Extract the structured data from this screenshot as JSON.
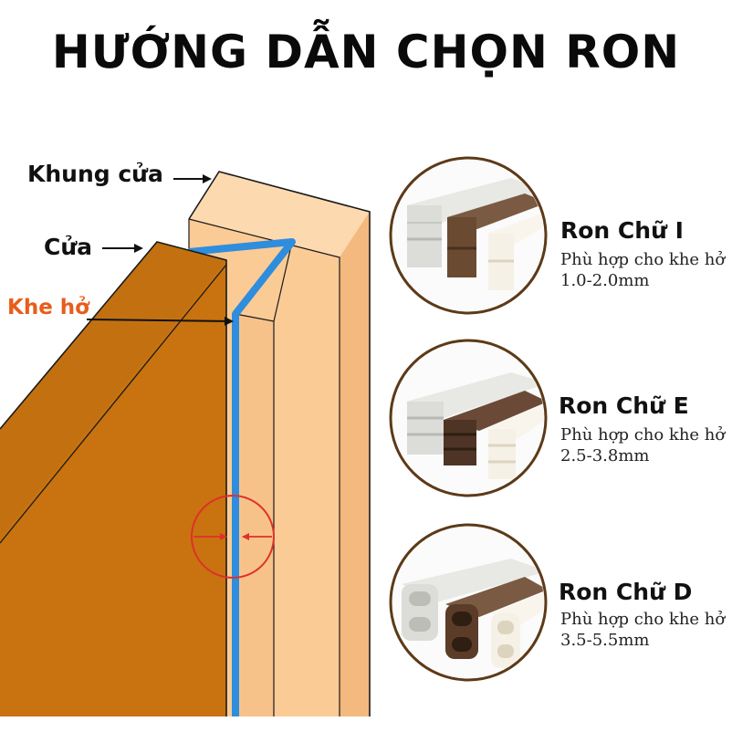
{
  "title": "HƯỚNG DẪN CHỌN RON",
  "diagram": {
    "frame_label": "Khung cửa",
    "door_label": "Cửa",
    "gap_label": "Khe hở"
  },
  "products": [
    {
      "name": "Ron Chữ I",
      "desc": "Phù hợp cho khe hở",
      "range": "1.0-2.0mm"
    },
    {
      "name": "Ron Chữ E",
      "desc": "Phù hợp cho khe hở",
      "range": "2.5-3.8mm"
    },
    {
      "name": "Ron Chữ D",
      "desc": "Phù hợp cho khe hở",
      "range": "3.5-5.5mm"
    }
  ],
  "colors": {
    "door": "#c8730f",
    "frame": "#fbcb96",
    "gap": "#2f8ddd",
    "gap_label": "#e85c1c",
    "circle_border": "#5c3a18",
    "strip_gray": "#dcdcd8",
    "strip_brown": "#6b4a32",
    "strip_white": "#f6f1e6"
  }
}
